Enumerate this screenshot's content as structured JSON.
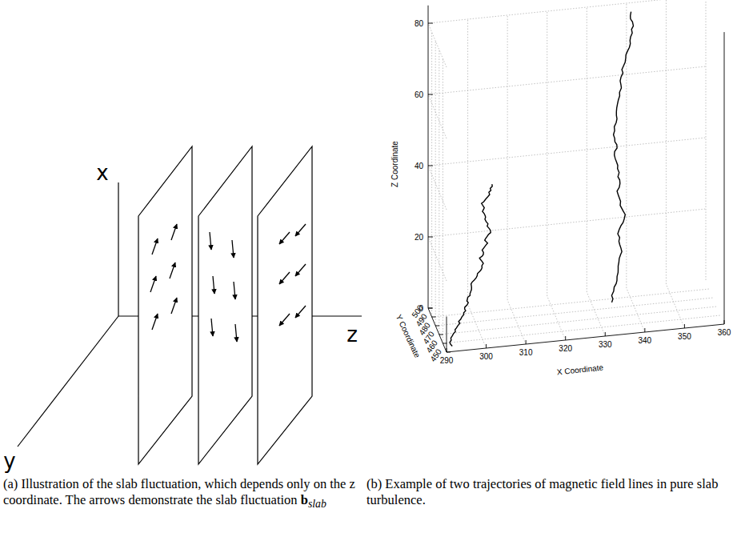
{
  "diagram": {
    "labels": [
      "x",
      "y",
      "z",
      "80",
      "60",
      "40",
      "20",
      "0",
      "500",
      "490",
      "480",
      "470",
      "460",
      "450",
      "290",
      "300",
      "310",
      "320",
      "330",
      "340",
      "350",
      "360",
      "Z Coordinate",
      "Y Coordinate",
      "X Coordinate",
      "(a) Illustration of the slab fluctuation, which depends only on the z coordinate. The arrows demonstrate the slab fluctuation",
      "b",
      "slab",
      "(b) Example of two trajectories of magnetic field lines in pure slab turbulence."
    ]
  }
}
